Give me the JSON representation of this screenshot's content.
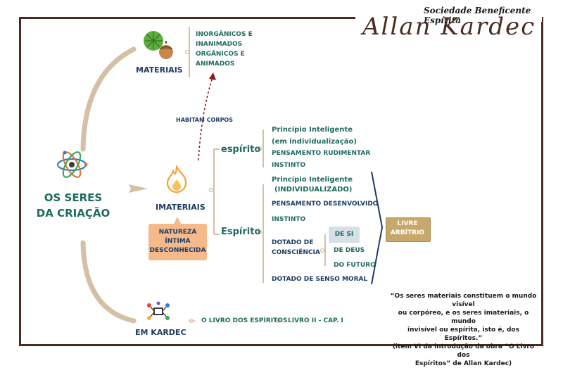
{
  "brand": {
    "line1": "Sociedade Beneficente Espírita",
    "line2": "Allan Kardec"
  },
  "root": {
    "title_line1": "OS SERES",
    "title_line2": "DA CRIAÇÃO"
  },
  "materiais": {
    "label": "MATERIAIS",
    "items": [
      "INORGÂNICOS E",
      "INANIMADOS",
      "ORGÂNICOS E",
      "ANIMADOS"
    ]
  },
  "habitam": "HABITAM CORPOS",
  "imateriais": {
    "label": "IMATERIAIS",
    "natureza": [
      "NATUREZA",
      "ÍNTIMA",
      "DESCONHECIDA"
    ]
  },
  "espirito_lower": {
    "label": "espírito",
    "items": [
      "Princípio Inteligente",
      "(em individualização)",
      "PENSAMENTO RUDIMENTAR",
      "INSTINTO"
    ]
  },
  "espirito_upper": {
    "label": "Espírito",
    "items": [
      "Princípio Inteligente",
      "(INDIVIDUALIZADO)",
      "PENSAMENTO DESENVOLVIDO",
      "INSTINTO"
    ],
    "consciencia": [
      "DOTADO DE",
      "CONSCIÊNCIA"
    ],
    "de_si": "DE SI",
    "de_deus": "DE DEUS",
    "do_futuro": "DO FUTURO",
    "senso_moral": "DOTADO DE SENSO MORAL"
  },
  "livre": [
    "LIVRE",
    "ARBÍTRIO"
  ],
  "kardec": {
    "label": "EM KARDEC",
    "ref1": "O LIVRO DOS ESPÍRITOS",
    "ref2": "LIVRO II - CAP. I"
  },
  "quote": {
    "lines": [
      "“Os seres materiais constituem o mundo visível",
      "ou corpóreo, e os seres imateriais, o mundo",
      "invisível ou espírita, isto é, dos Espíritos.”",
      "(item VI da introdução da obra “O Livro dos",
      "Espíritos” de Allan Kardec)"
    ]
  },
  "colors": {
    "green": "#1f6b5f",
    "navy": "#1d3b63",
    "gold": "#c8a86a",
    "frame": "#4a2c22"
  },
  "icons": [
    "atom-icon",
    "leaf-nut-icon",
    "flame-icon",
    "network-icon"
  ]
}
